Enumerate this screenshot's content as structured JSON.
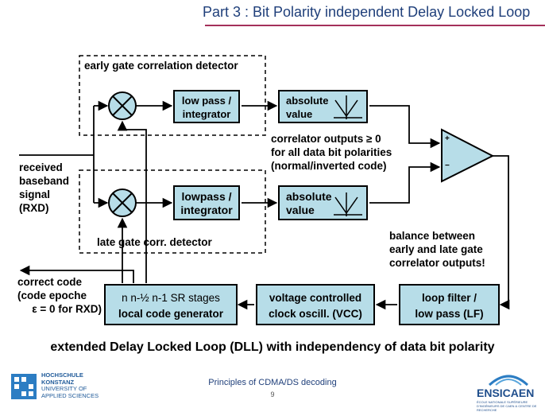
{
  "title": "Part 3 :    Bit Polarity independent Delay Locked Loop",
  "early_detector_label": "early gate  correlation detector",
  "late_detector_label": "late  gate    corr. detector",
  "early_lowpass": [
    "low pass /",
    "integrator"
  ],
  "late_lowpass": [
    "lowpass /",
    "integrator"
  ],
  "early_absolute": [
    "absolute",
    "value"
  ],
  "late_absolute": [
    "absolute",
    "value"
  ],
  "correlator_note": [
    "correlator outputs ≥ 0",
    "for all data bit polarities",
    "(normal/inverted code)"
  ],
  "input_label": [
    "received",
    "baseband",
    "signal",
    "(RXD)"
  ],
  "balance_note": [
    "balance between",
    "early and late gate",
    "correlator outputs!"
  ],
  "code_generator": [
    "n  n-½  n-1   SR stages",
    "local code generator"
  ],
  "vcc": [
    "voltage controlled",
    "clock oscill. (VCC)"
  ],
  "loop_filter": [
    "loop filter /",
    "low pass (LF)"
  ],
  "correct_code_label": [
    "correct code",
    "(code epoche",
    "ε = 0 for RXD)"
  ],
  "comparator_signs": {
    "plus": "+",
    "minus": "−"
  },
  "caption": "extended Delay Locked Loop (DLL) with independency of data bit polarity",
  "footer": "Principles of CDMA/DS decoding",
  "page_number": "9",
  "logo_left": [
    "HOCHSCHULE",
    "KONSTANZ",
    "UNIVERSITY OF",
    "APPLIED SCIENCES"
  ],
  "logo_right": "ENSICAEN",
  "logo_right_sub": "ÉCOLE NATIONALE SUPÉRIEURE D'INGÉNIEURS DE CAEN & CENTRE DE RECHERCHE"
}
